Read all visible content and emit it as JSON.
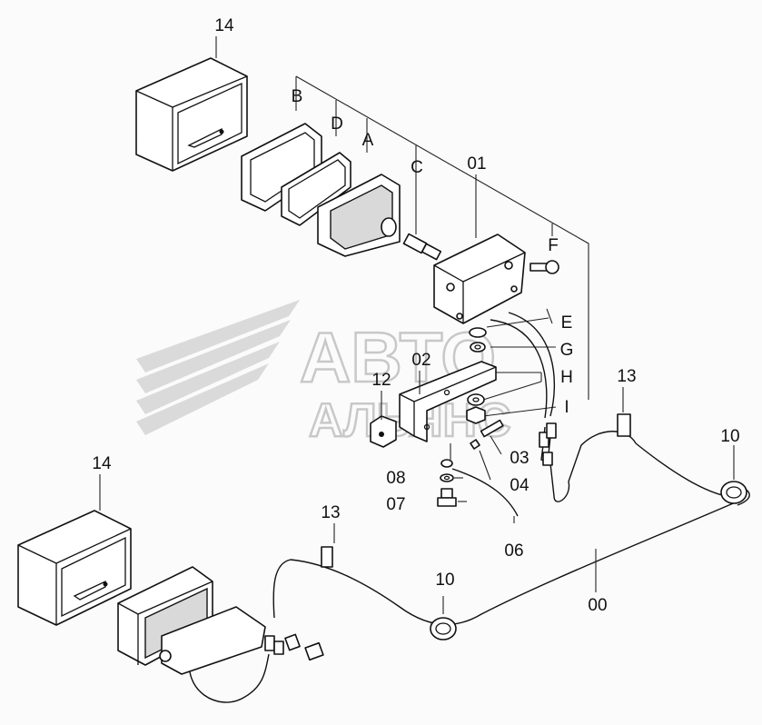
{
  "labels": {
    "l14_top": "14",
    "lB": "B",
    "lD": "D",
    "lA": "A",
    "lC": "C",
    "l01": "01",
    "lF": "F",
    "lE": "E",
    "lG": "G",
    "lH": "H",
    "lI": "I",
    "l13_right": "13",
    "l10_right": "10",
    "l12": "12",
    "l02": "02",
    "l03": "03",
    "l04": "04",
    "l08": "08",
    "l07": "07",
    "l06": "06",
    "l14_bottom": "14",
    "l13_mid": "13",
    "l10_mid": "10",
    "l00": "00"
  },
  "watermark": {
    "line1": "АВТО",
    "line2": "АЛЬЯНС"
  }
}
